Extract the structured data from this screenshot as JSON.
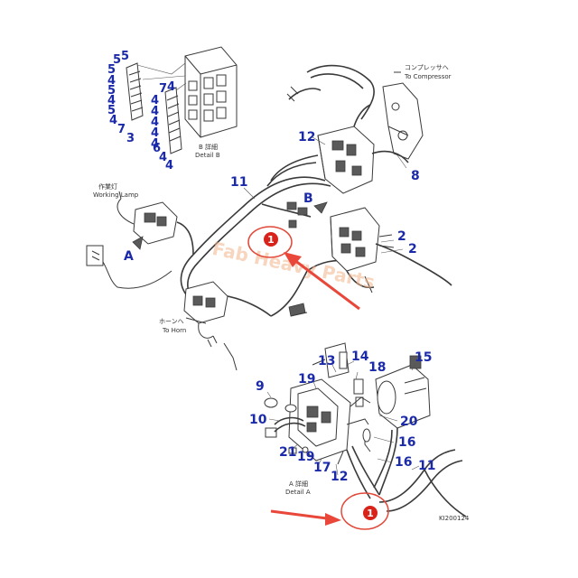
{
  "labels": {
    "detail_b": [
      "5",
      "5",
      "5",
      "4",
      "5",
      "4",
      "5",
      "4",
      "7",
      "3",
      "7",
      "4",
      "4",
      "4",
      "4",
      "4",
      "4",
      "6",
      "4",
      "4"
    ],
    "main_numbers": [
      "12",
      "8",
      "11",
      "2",
      "2"
    ],
    "detail_a": [
      "13",
      "14",
      "15",
      "9",
      "19",
      "18",
      "10",
      "20",
      "16",
      "21",
      "19",
      "17",
      "12",
      "16",
      "11"
    ]
  },
  "captions": {
    "compressor_jp": "コンプレッサへ",
    "compressor_en": "To Compressor",
    "detail_b_jp": "B 詳細",
    "detail_b_en": "Detail B",
    "working_lamp_jp": "作業灯",
    "working_lamp_en": "Working Lamp",
    "horn_jp": "ホーンへ",
    "horn_en": "To Horn",
    "detail_a_jp": "A 詳細",
    "detail_a_en": "Detail A",
    "view_a": "A",
    "view_b": "B",
    "drawing_code": "KI200124"
  },
  "callouts": [
    "1",
    "1"
  ],
  "watermark": "Fab Heavy Parts",
  "colors": {
    "label_blue": "#1b2aa8",
    "callout_red": "#d9231a",
    "arrow_red": "#e8473a",
    "line": "#3a3a3a"
  }
}
